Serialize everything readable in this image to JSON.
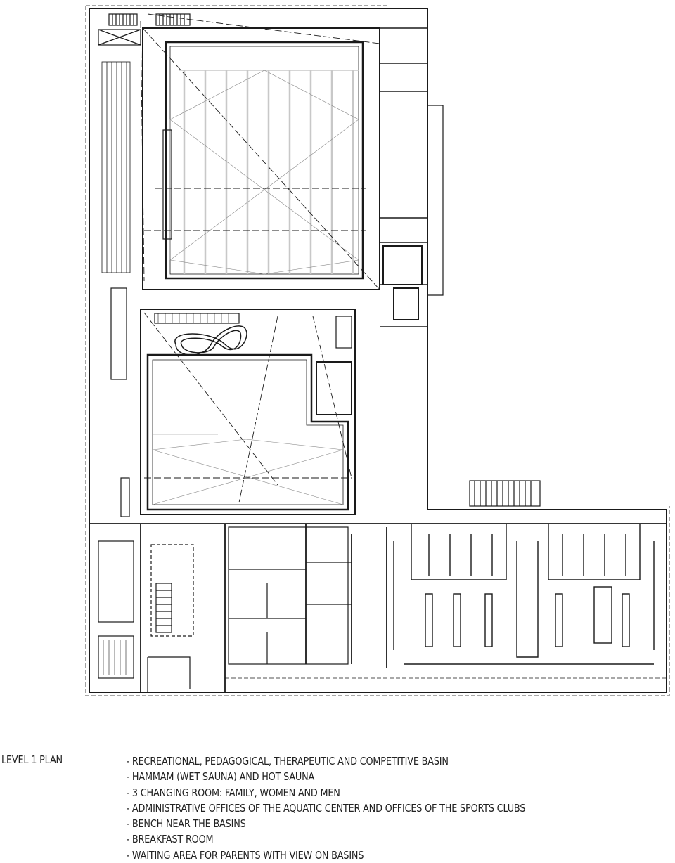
{
  "caption": {
    "title": "LEVEL 1 PLAN",
    "items": [
      "- RECREATIONAL, PEDAGOGICAL, THERAPEUTIC AND COMPETITIVE BASIN",
      "- HAMMAM (WET SAUNA) AND HOT SAUNA",
      "- 3 CHANGING ROOM: FAMILY, WOMEN AND MEN",
      "- ADMINISTRATIVE OFFICES OF THE AQUATIC CENTER AND OFFICES OF THE SPORTS CLUBS",
      "- BENCH NEAR THE BASINS",
      "- BREAKFAST ROOM",
      "- WAITING AREA FOR PARENTS WITH VIEW ON BASINS"
    ]
  },
  "colors": {
    "line": "#1a1a1a",
    "lane": "#c8c8c8",
    "background": "#ffffff"
  }
}
